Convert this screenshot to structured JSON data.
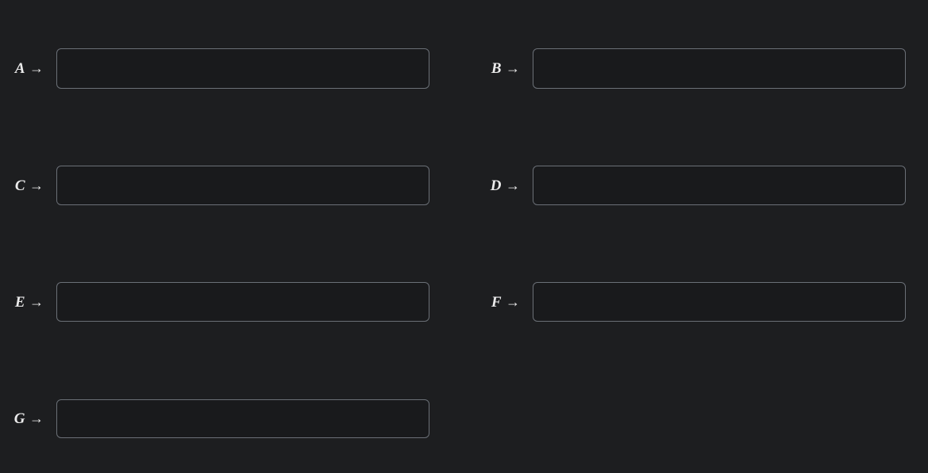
{
  "page": {
    "background_color": "#1d1e20",
    "input_background_color": "#191a1c",
    "input_border_color": "#6b7077",
    "label_color": "#ebebeb",
    "arrow_glyph": "→"
  },
  "fields": [
    {
      "id": "A",
      "letter": "A",
      "arrow": "→",
      "value": "",
      "placeholder": "",
      "column": "left",
      "row": 1
    },
    {
      "id": "B",
      "letter": "B",
      "arrow": "→",
      "value": "",
      "placeholder": "",
      "column": "right",
      "row": 1
    },
    {
      "id": "C",
      "letter": "C",
      "arrow": "→",
      "value": "",
      "placeholder": "",
      "column": "left",
      "row": 2
    },
    {
      "id": "D",
      "letter": "D",
      "arrow": "→",
      "value": "",
      "placeholder": "",
      "column": "right",
      "row": 2
    },
    {
      "id": "E",
      "letter": "E",
      "arrow": "→",
      "value": "",
      "placeholder": "",
      "column": "left",
      "row": 3
    },
    {
      "id": "F",
      "letter": "F",
      "arrow": "→",
      "value": "",
      "placeholder": "",
      "column": "right",
      "row": 3
    },
    {
      "id": "G",
      "letter": "G",
      "arrow": "→",
      "value": "",
      "placeholder": "",
      "column": "left",
      "row": 4
    }
  ]
}
